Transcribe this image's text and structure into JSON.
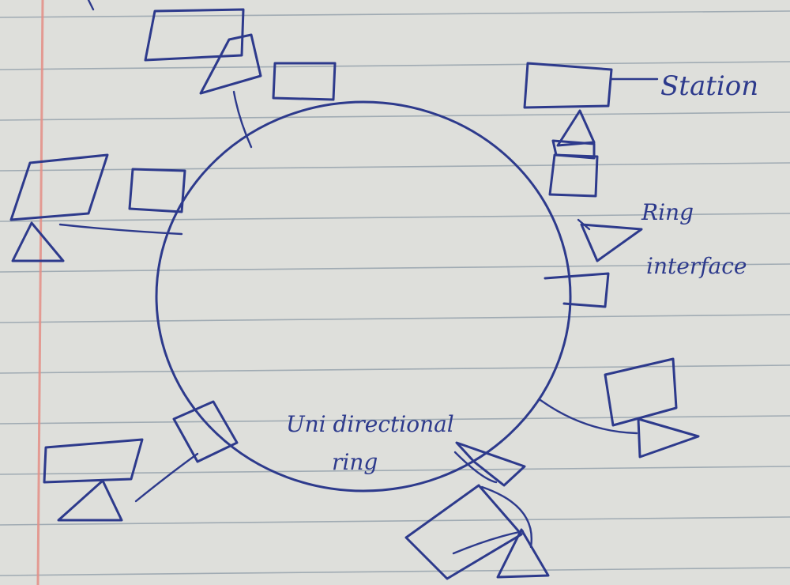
{
  "diagram": {
    "labels": {
      "station": "Station",
      "ring_interface_line1": "Ring",
      "ring_interface_line2": "interface",
      "ring_name_line1": "Uni directional",
      "ring_name_line2": "ring"
    },
    "ink_color": "#2d3a8c",
    "paper_color": "#dedfdb",
    "rule_color": "#8c9aa6",
    "margin_color": "#e58f86"
  }
}
